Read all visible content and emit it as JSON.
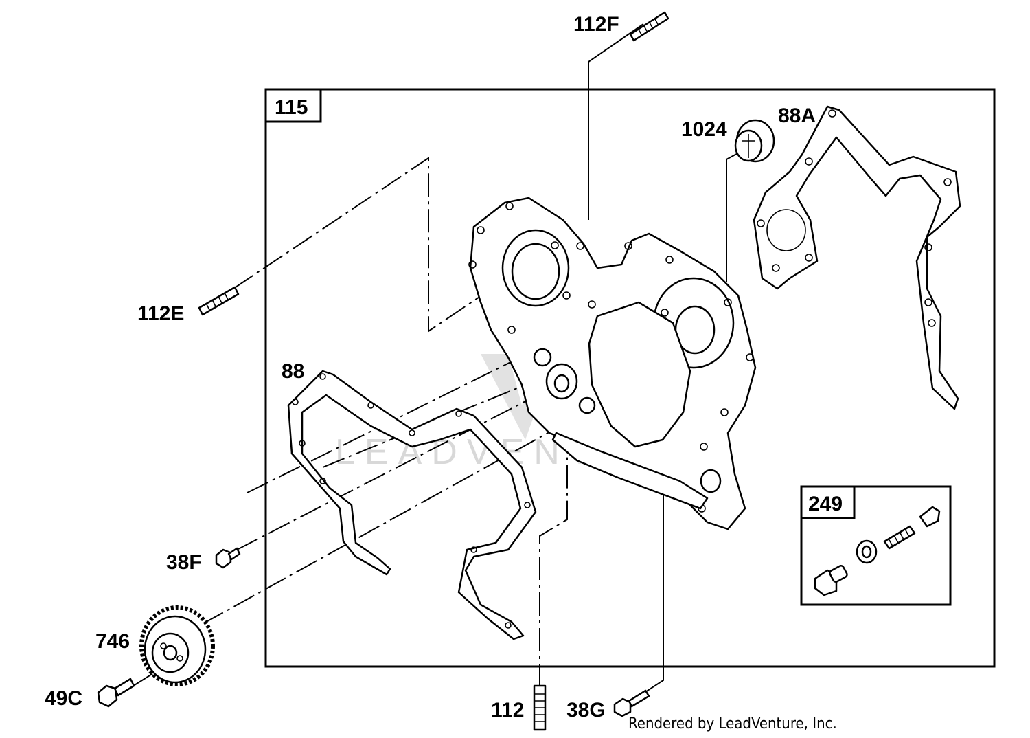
{
  "diagram": {
    "watermark": "LEADVENTURE",
    "credit": "Rendered by LeadVenture, Inc.",
    "boxes": [
      {
        "id": "115",
        "label": "115"
      },
      {
        "id": "249",
        "label": "249"
      }
    ],
    "labels": [
      {
        "id": "112F",
        "text": "112F"
      },
      {
        "id": "1024",
        "text": "1024"
      },
      {
        "id": "88A",
        "text": "88A"
      },
      {
        "id": "112E",
        "text": "112E"
      },
      {
        "id": "88",
        "text": "88"
      },
      {
        "id": "38F",
        "text": "38F"
      },
      {
        "id": "746",
        "text": "746"
      },
      {
        "id": "49C",
        "text": "49C"
      },
      {
        "id": "112",
        "text": "112"
      },
      {
        "id": "38G",
        "text": "38G"
      }
    ]
  }
}
